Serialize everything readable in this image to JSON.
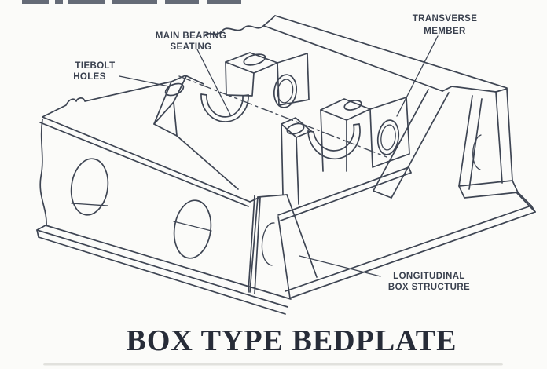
{
  "figure": {
    "title": "BOX TYPE BEDPLATE",
    "ink_color": "#3e4553",
    "label_color": "#39404e",
    "background_color": "#fbfbf9",
    "labels": {
      "tiebolt": {
        "line1": "TIEBOLT",
        "line2": "HOLES"
      },
      "main_bearing": {
        "line1": "MAIN BEARING",
        "line2": "SEATING"
      },
      "transverse": {
        "line1": "TRANSVERSE",
        "line2": "MEMBER"
      },
      "longitudinal": {
        "line1": "LONGITUDINAL",
        "line2": "BOX STRUCTURE"
      }
    }
  }
}
